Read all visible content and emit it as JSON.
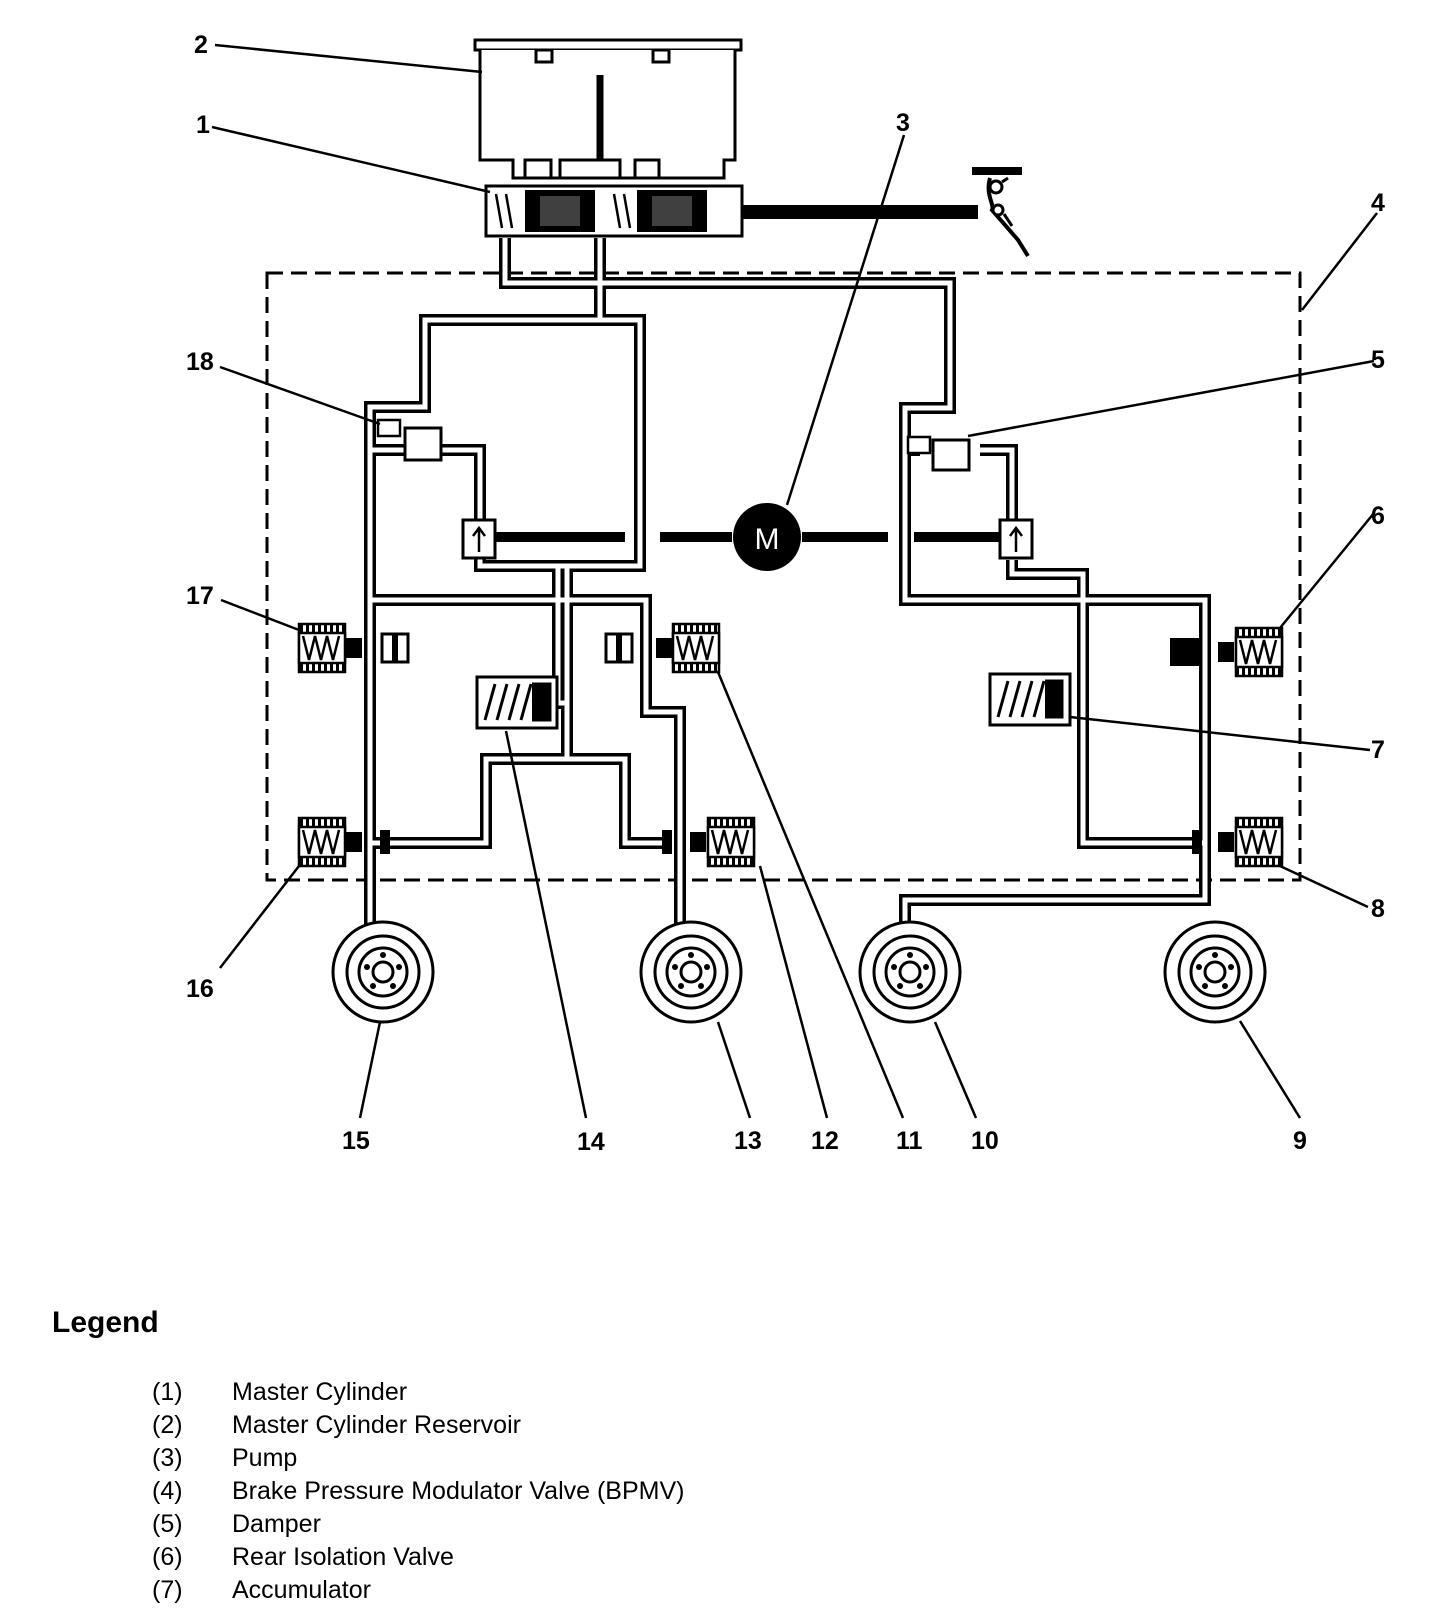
{
  "callouts": [
    "1",
    "2",
    "3",
    "4",
    "5",
    "6",
    "7",
    "8",
    "9",
    "10",
    "11",
    "12",
    "13",
    "14",
    "15",
    "16",
    "17",
    "18"
  ],
  "pump_symbol": "M",
  "legend": {
    "title": "Legend",
    "items": [
      {
        "num": "(1)",
        "label": "Master Cylinder"
      },
      {
        "num": "(2)",
        "label": "Master Cylinder Reservoir"
      },
      {
        "num": "(3)",
        "label": "Pump"
      },
      {
        "num": "(4)",
        "label": "Brake Pressure Modulator Valve (BPMV)"
      },
      {
        "num": "(5)",
        "label": "Damper"
      },
      {
        "num": "(6)",
        "label": "Rear Isolation Valve"
      },
      {
        "num": "(7)",
        "label": "Accumulator"
      }
    ]
  }
}
